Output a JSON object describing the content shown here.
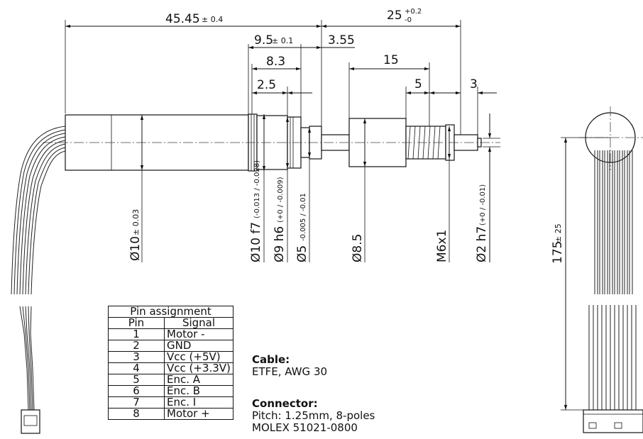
{
  "dimensions": {
    "overall_length": "45.45",
    "overall_tol": "± 0.4",
    "shaft_length": "25",
    "shaft_tol_upper": "+0.2",
    "shaft_tol_lower": "-0",
    "d95": "9.5",
    "d95_tol": "± 0.1",
    "d355": "3.55",
    "d83": "8.3",
    "d15": "15",
    "d25": "2.5",
    "d5": "5",
    "d3": "3",
    "dia10": "Ø10",
    "dia10_tol": "± 0.03",
    "dia10f7": "Ø10 f7",
    "dia10f7_tol": "(-0.013 / -0.028)",
    "dia9h6": "Ø9 h6",
    "dia9h6_tol": "(+0 / -0.009)",
    "dia5": "Ø5",
    "dia5_tol": "-0.005 / -0.01",
    "dia85": "Ø8.5",
    "m6x1": "M6x1",
    "dia2h7": "Ø2 h7",
    "dia2h7_tol": "(+0 / -0.01)",
    "cable_length": "175",
    "cable_length_tol": "± 25"
  },
  "pin_table": {
    "title": "Pin assignment",
    "col_pin": "Pin",
    "col_signal": "Signal",
    "rows": [
      {
        "pin": "1",
        "signal": "Motor -"
      },
      {
        "pin": "2",
        "signal": "GND"
      },
      {
        "pin": "3",
        "signal": "Vcc (+5V)"
      },
      {
        "pin": "4",
        "signal": "Vcc (+3.3V)"
      },
      {
        "pin": "5",
        "signal": "Enc. A"
      },
      {
        "pin": "6",
        "signal": "Enc. B"
      },
      {
        "pin": "7",
        "signal": "Enc. I"
      },
      {
        "pin": "8",
        "signal": "Motor +"
      }
    ]
  },
  "cable": {
    "heading": "Cable:",
    "spec": "ETFE, AWG 30"
  },
  "connector": {
    "heading": "Connector:",
    "pitch": "Pitch: 1.25mm, 8-poles",
    "part": "MOLEX 51021-0800"
  }
}
